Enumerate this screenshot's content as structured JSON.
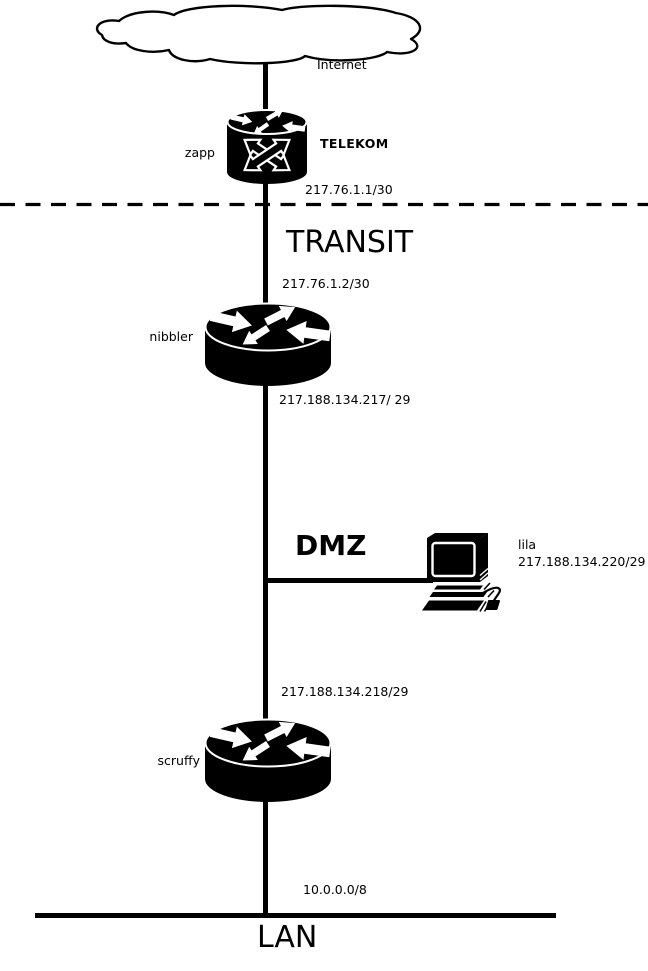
{
  "cloud": {
    "label": "Internet"
  },
  "zones": {
    "transit": {
      "label": "TRANSIT"
    },
    "dmz": {
      "label": "DMZ"
    },
    "lan": {
      "label": "LAN",
      "network": "10.0.0.0/8"
    }
  },
  "devices": {
    "zapp": {
      "name": "zapp",
      "provider": "TELEKOM",
      "wan_ip": "217.76.1.1/30"
    },
    "nibbler": {
      "name": "nibbler",
      "uplink_ip": "217.76.1.2/30",
      "downlink_ip": "217.188.134.217/ 29"
    },
    "lila": {
      "name": "lila",
      "ip": "217.188.134.220/29"
    },
    "scruffy": {
      "name": "scruffy",
      "uplink_ip": "217.188.134.218/29"
    }
  },
  "colors": {
    "ink": "#000000",
    "paper": "#ffffff"
  }
}
